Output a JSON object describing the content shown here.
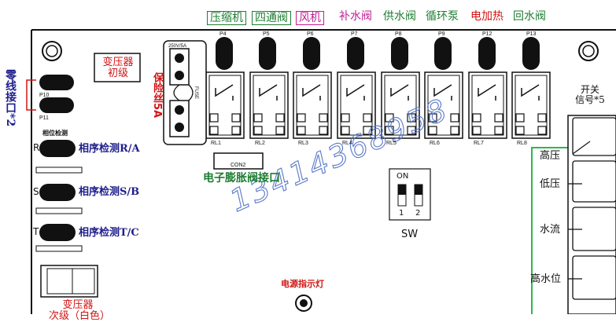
{
  "top_labels": [
    {
      "text": "压缩机",
      "color": "#1e7d32",
      "boxed": true
    },
    {
      "text": "四通阀",
      "color": "#1e7d32",
      "boxed": true
    },
    {
      "text": "风机",
      "color": "#c21e96",
      "boxed": true
    },
    {
      "text": "补水阀",
      "color": "#c21e96"
    },
    {
      "text": "供水阀",
      "color": "#1e7d32"
    },
    {
      "text": "循环泵",
      "color": "#1e7d32"
    },
    {
      "text": "电加热",
      "color": "#d21414"
    },
    {
      "text": "回水阀",
      "color": "#1e7d32"
    }
  ],
  "pin_labels": [
    "P4",
    "P5",
    "P6",
    "P7",
    "P8",
    "P9",
    "P12",
    "P13"
  ],
  "relay_labels": [
    "RL1",
    "RL2",
    "RL3",
    "RL4",
    "RL5",
    "RL6",
    "RL7",
    "RL8"
  ],
  "fuse": {
    "rating": "250V/5A",
    "board_text": "FUSE",
    "label": "保险丝5A"
  },
  "transformer_primary": "变压器\n初级",
  "zero_wire": {
    "label": "零线接口*2",
    "pins": [
      "P10",
      "P11"
    ]
  },
  "phase_detect": {
    "title": "相位检测",
    "rows": [
      {
        "letter": "R",
        "label": "相序检测R/A"
      },
      {
        "letter": "S",
        "label": "相序检测S/B"
      },
      {
        "letter": "T",
        "label": "相序检测T/C"
      }
    ]
  },
  "expansion_valve": {
    "connector": "CON2",
    "label": "电子膨胀阀接口"
  },
  "dip_switch": {
    "on_text": "ON",
    "nums": [
      "1",
      "2"
    ],
    "label": "SW"
  },
  "watermark": "13414368958",
  "power_led": "电源指示灯",
  "transformer_secondary": "变压器\n次级（白色）",
  "switch_signals": {
    "title": "开关\n信号*5",
    "items": [
      "高压",
      "低压",
      "水流",
      "高水位"
    ]
  },
  "colors": {
    "navy": "#1e1e8c",
    "red": "#d21414",
    "green": "#1e7d32",
    "magenta": "#c21e96",
    "watermark": "#5a78c8",
    "green_frame": "#2db84a"
  }
}
